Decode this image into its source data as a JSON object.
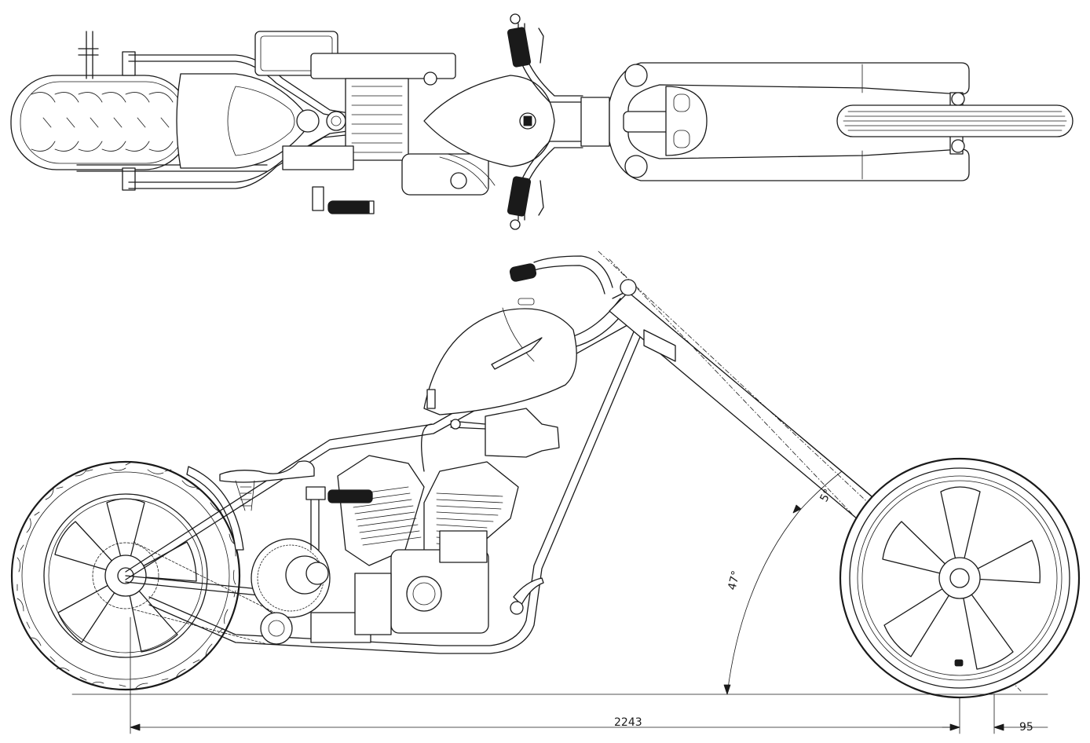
{
  "dimensions": {
    "wheelbase": "2243",
    "trail": "95",
    "rake_angle": "47°",
    "fork_offset_angle": "5°"
  },
  "colors": {
    "ink": "#1a1a1a",
    "paper": "#ffffff"
  }
}
